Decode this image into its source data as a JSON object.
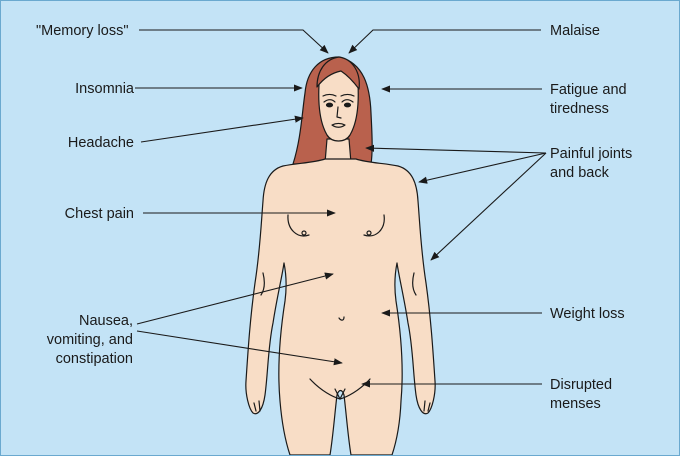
{
  "labels": {
    "memory_loss": "\"Memory loss\"",
    "insomnia": "Insomnia",
    "headache": "Headache",
    "chest_pain": "Chest pain",
    "nausea": [
      "Nausea,",
      "vomiting, and",
      "constipation"
    ],
    "malaise": "Malaise",
    "fatigue": [
      "Fatigue and",
      "tiredness"
    ],
    "painful_joints": [
      "Painful joints",
      "and back"
    ],
    "weight_loss": "Weight loss",
    "disrupted_menses": [
      "Disrupted",
      "menses"
    ]
  },
  "colors": {
    "background": "#c3e3f6",
    "skin": "#f8ddc6",
    "hair": "#b9614d",
    "outline": "#1a1a1a"
  }
}
